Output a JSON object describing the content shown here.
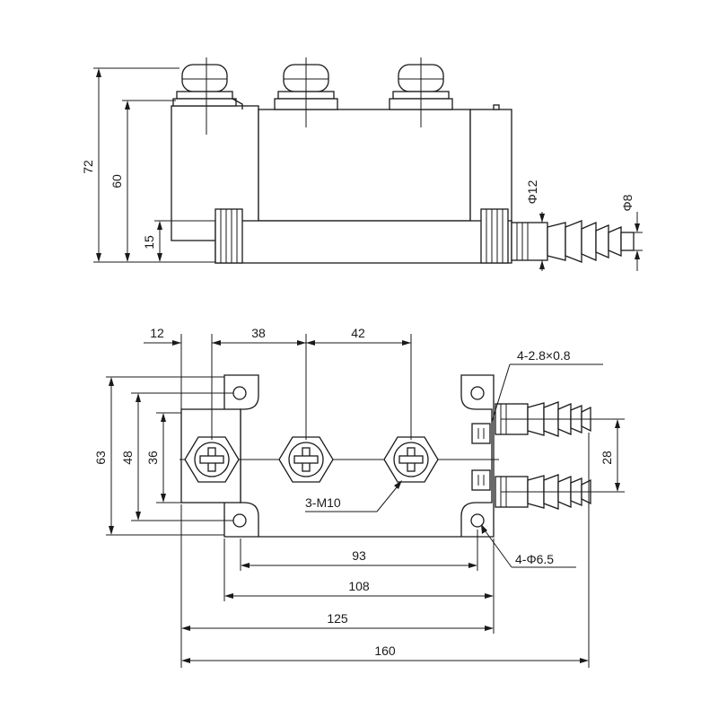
{
  "side_view": {
    "dim_total_height": "72",
    "dim_body_height": "60",
    "dim_base_height": "15",
    "dim_pipe_outer": "Φ12",
    "dim_pipe_inner": "Φ8"
  },
  "top_view": {
    "dim_edge_to_terminal": "12",
    "dim_terminal_pitch_1": "38",
    "dim_terminal_pitch_2": "42",
    "dim_total_width": "63",
    "dim_hole_spacing_v": "48",
    "dim_terminal_width": "36",
    "dim_pipe_spacing": "28",
    "dim_hole_pitch_h": "93",
    "dim_base_length": "108",
    "dim_body_length": "125",
    "dim_total_length": "160",
    "label_aux_terminals": "4-2.8×0.8",
    "label_main_terminals": "3-M10",
    "label_mount_holes": "4-Φ6.5"
  }
}
